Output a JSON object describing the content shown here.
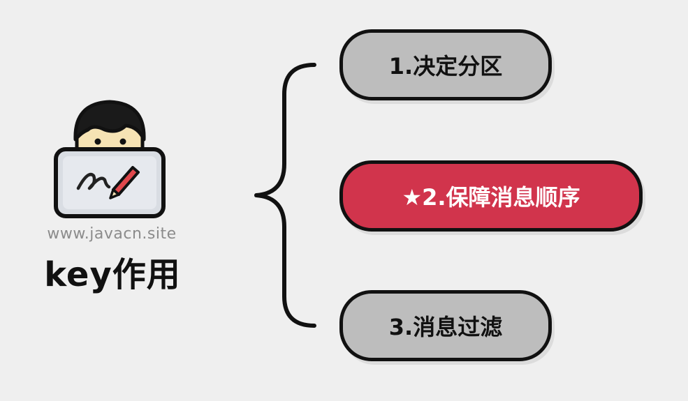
{
  "site_url": "www.javacn.site",
  "title": "key作用",
  "items": [
    {
      "label": "1.决定分区",
      "highlighted": false
    },
    {
      "label": "★2.保障消息顺序",
      "highlighted": true
    },
    {
      "label": "3.消息过滤",
      "highlighted": false
    }
  ],
  "colors": {
    "background": "#efefef",
    "pill_gray": "#bdbdbd",
    "pill_highlight": "#d1344c",
    "outline": "#111111",
    "site_text": "#8b8b8b"
  },
  "icons": {
    "avatar": "person-with-laptop-icon",
    "brace": "curly-brace"
  }
}
